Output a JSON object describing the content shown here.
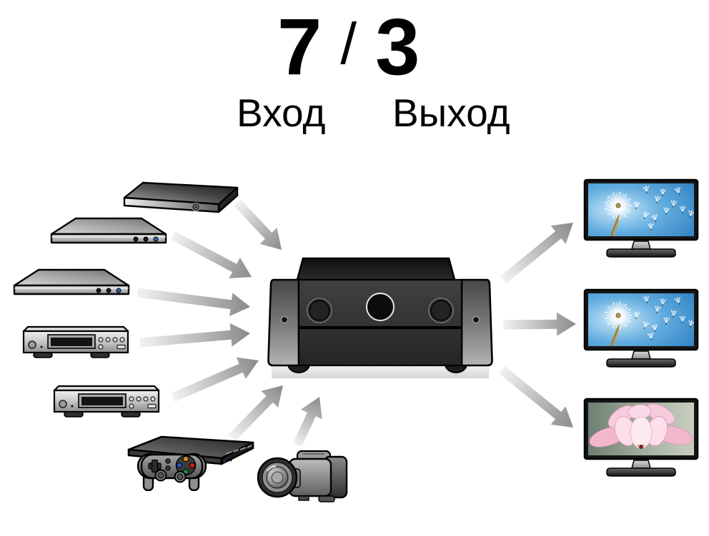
{
  "title": {
    "input_count": "7",
    "separator": "/",
    "output_count": "3",
    "input_label": "Вход",
    "output_label": "Выход"
  },
  "diagram": {
    "input_device_icons": [
      "slim-disc-player-dark-icon",
      "slim-disc-player-icon",
      "slim-disc-player-icon",
      "cd-player-icon",
      "cd-player-icon",
      "game-console-with-gamepad-icon",
      "camcorder-icon"
    ],
    "center_device_icon": "av-receiver-icon",
    "output_device_icons": [
      "tv-dandelion-photo-icon",
      "tv-dandelion-photo-icon",
      "tv-lotus-photo-icon"
    ],
    "input_arrow_count": 7,
    "output_arrow_count": 3,
    "arrow_gradient": {
      "tail": "#f2f2f2",
      "head": "#8a8a8a"
    },
    "palette": {
      "background": "#ffffff",
      "text": "#000000",
      "tv_sky_blue": "#3f95d0",
      "lotus_pink": "#f2b7cd",
      "receiver_body": "#333333"
    }
  }
}
